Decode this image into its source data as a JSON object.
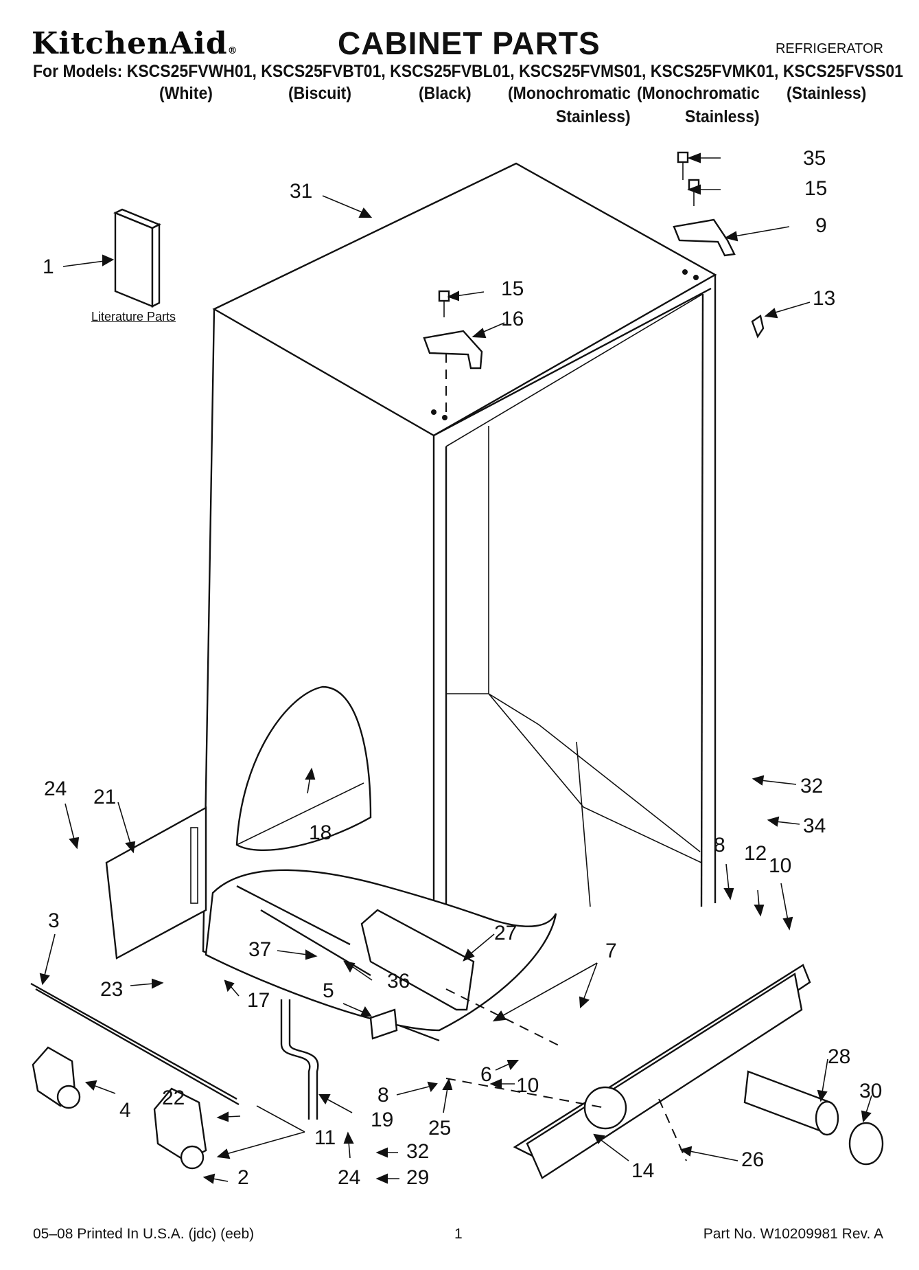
{
  "header": {
    "brand": "KitchenAid",
    "brand_mark": "®",
    "title": "CABINET PARTS",
    "category": "REFRIGERATOR",
    "models_line": "For Models: KSCS25FVWH01, KSCS25FVBT01, KSCS25FVBL01, KSCS25FVMS01, KSCS25FVMK01, KSCS25FVSS01",
    "colors": [
      {
        "line1": "(White)",
        "line2": ""
      },
      {
        "line1": "(Biscuit)",
        "line2": ""
      },
      {
        "line1": "(Black)",
        "line2": ""
      },
      {
        "line1": "(Monochromatic",
        "line2": "Stainless)"
      },
      {
        "line1": "(Monochromatic",
        "line2": "Stainless)"
      },
      {
        "line1": "(Stainless)",
        "line2": ""
      }
    ]
  },
  "literature_caption": "Literature Parts",
  "callouts": [
    "35",
    "15",
    "9",
    "31",
    "1",
    "15",
    "16",
    "13",
    "32",
    "34",
    "24",
    "21",
    "18",
    "8",
    "12",
    "10",
    "3",
    "27",
    "7",
    "37",
    "36",
    "23",
    "17",
    "5",
    "28",
    "30",
    "6",
    "10",
    "8",
    "22",
    "4",
    "11",
    "19",
    "25",
    "32",
    "2",
    "24",
    "29",
    "14",
    "26"
  ],
  "footer": {
    "printed": "05–08 Printed In U.S.A. (jdc) (eeb)",
    "page": "1",
    "part_no": "Part No. W10209981 Rev. A"
  }
}
